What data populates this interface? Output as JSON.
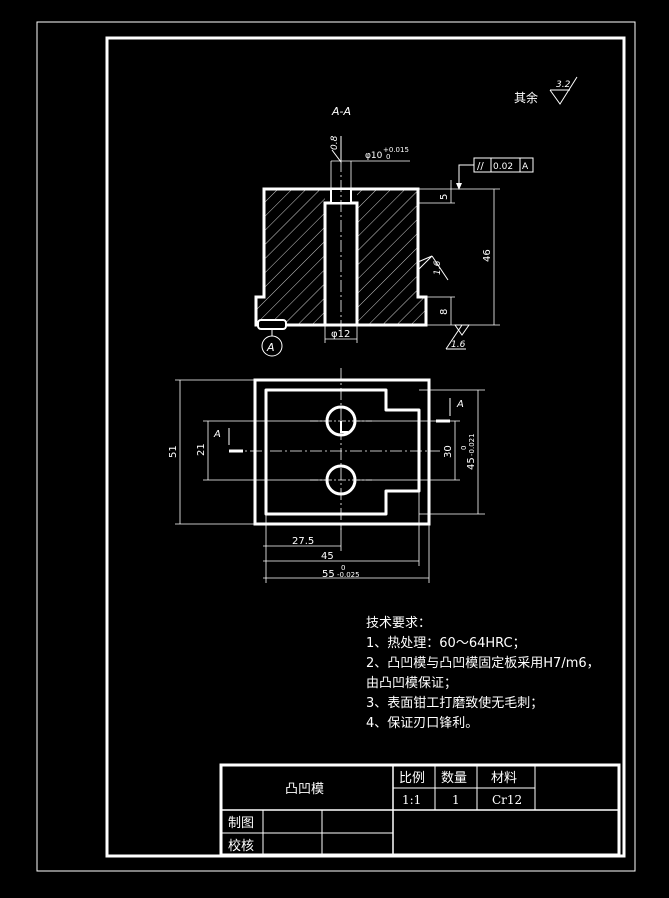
{
  "surface_finish_other": {
    "label": "其余",
    "value": "3.2"
  },
  "section_view": {
    "label": "A-A",
    "roughness_top": "0.8",
    "roughness_side": "1.6",
    "roughness_bottom": "1.6",
    "hole_dia": "φ10",
    "hole_tol_upper": "+0.015",
    "hole_tol_lower": "0",
    "parallelism_symbol": "//",
    "parallelism_value": "0.02",
    "datum": "A",
    "dims": {
      "step_top": "5",
      "height": "46",
      "step_bottom": "8",
      "pin_dia": "φ12"
    },
    "detail_label": "A"
  },
  "plan_view": {
    "section_marker": "A",
    "dims": {
      "overall_height": "51",
      "hole_offset": "21",
      "hole_spacing": "30",
      "inner_height": "45",
      "inner_height_tol": "-0.021",
      "inner_height_tol_upper": "0",
      "hole_x": "27.5",
      "inner_width": "45",
      "overall_width": "55",
      "overall_width_tol_upper": "0",
      "overall_width_tol_lower": "-0.025"
    }
  },
  "technical_requirements": {
    "title": "技术要求：",
    "items": [
      "1、热处理：60～64HRC；",
      "2、凸凹模与凸凹模固定板采用H7/m6，",
      "由凸凹模保证；",
      "3、表面钳工打磨致使无毛刺；",
      "4、保证刃口锋利。"
    ]
  },
  "title_block": {
    "part_name": "凸凹模",
    "headers": [
      "比例",
      "数量",
      "材料"
    ],
    "values": [
      "1:1",
      "1",
      "Cr12"
    ],
    "drawn_label": "制图",
    "checked_label": "校核"
  }
}
